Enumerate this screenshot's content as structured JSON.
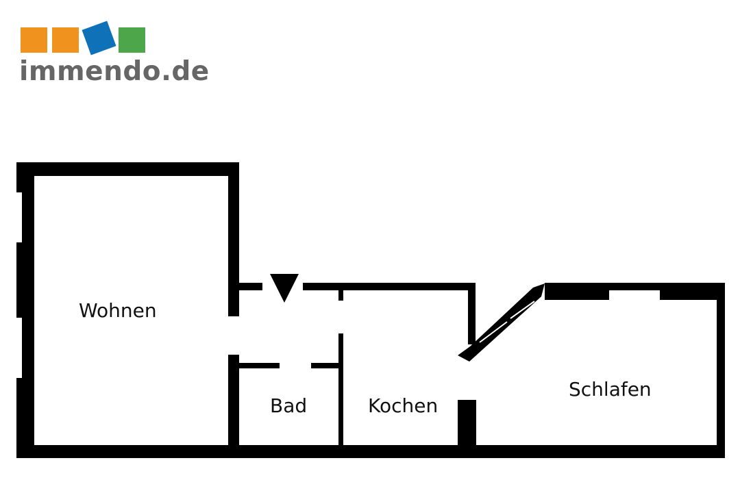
{
  "logo": {
    "text": "immendo.de",
    "colors": {
      "orange": "#f0921e",
      "blue": "#0f72b8",
      "green": "#4ea64a",
      "text": "#666666"
    }
  },
  "floorplan": {
    "wall_color": "#000000",
    "entrance_marker": "triangle-down",
    "rooms": {
      "wohnen": "Wohnen",
      "bad": "Bad",
      "kochen": "Kochen",
      "schlafen": "Schlafen"
    }
  }
}
